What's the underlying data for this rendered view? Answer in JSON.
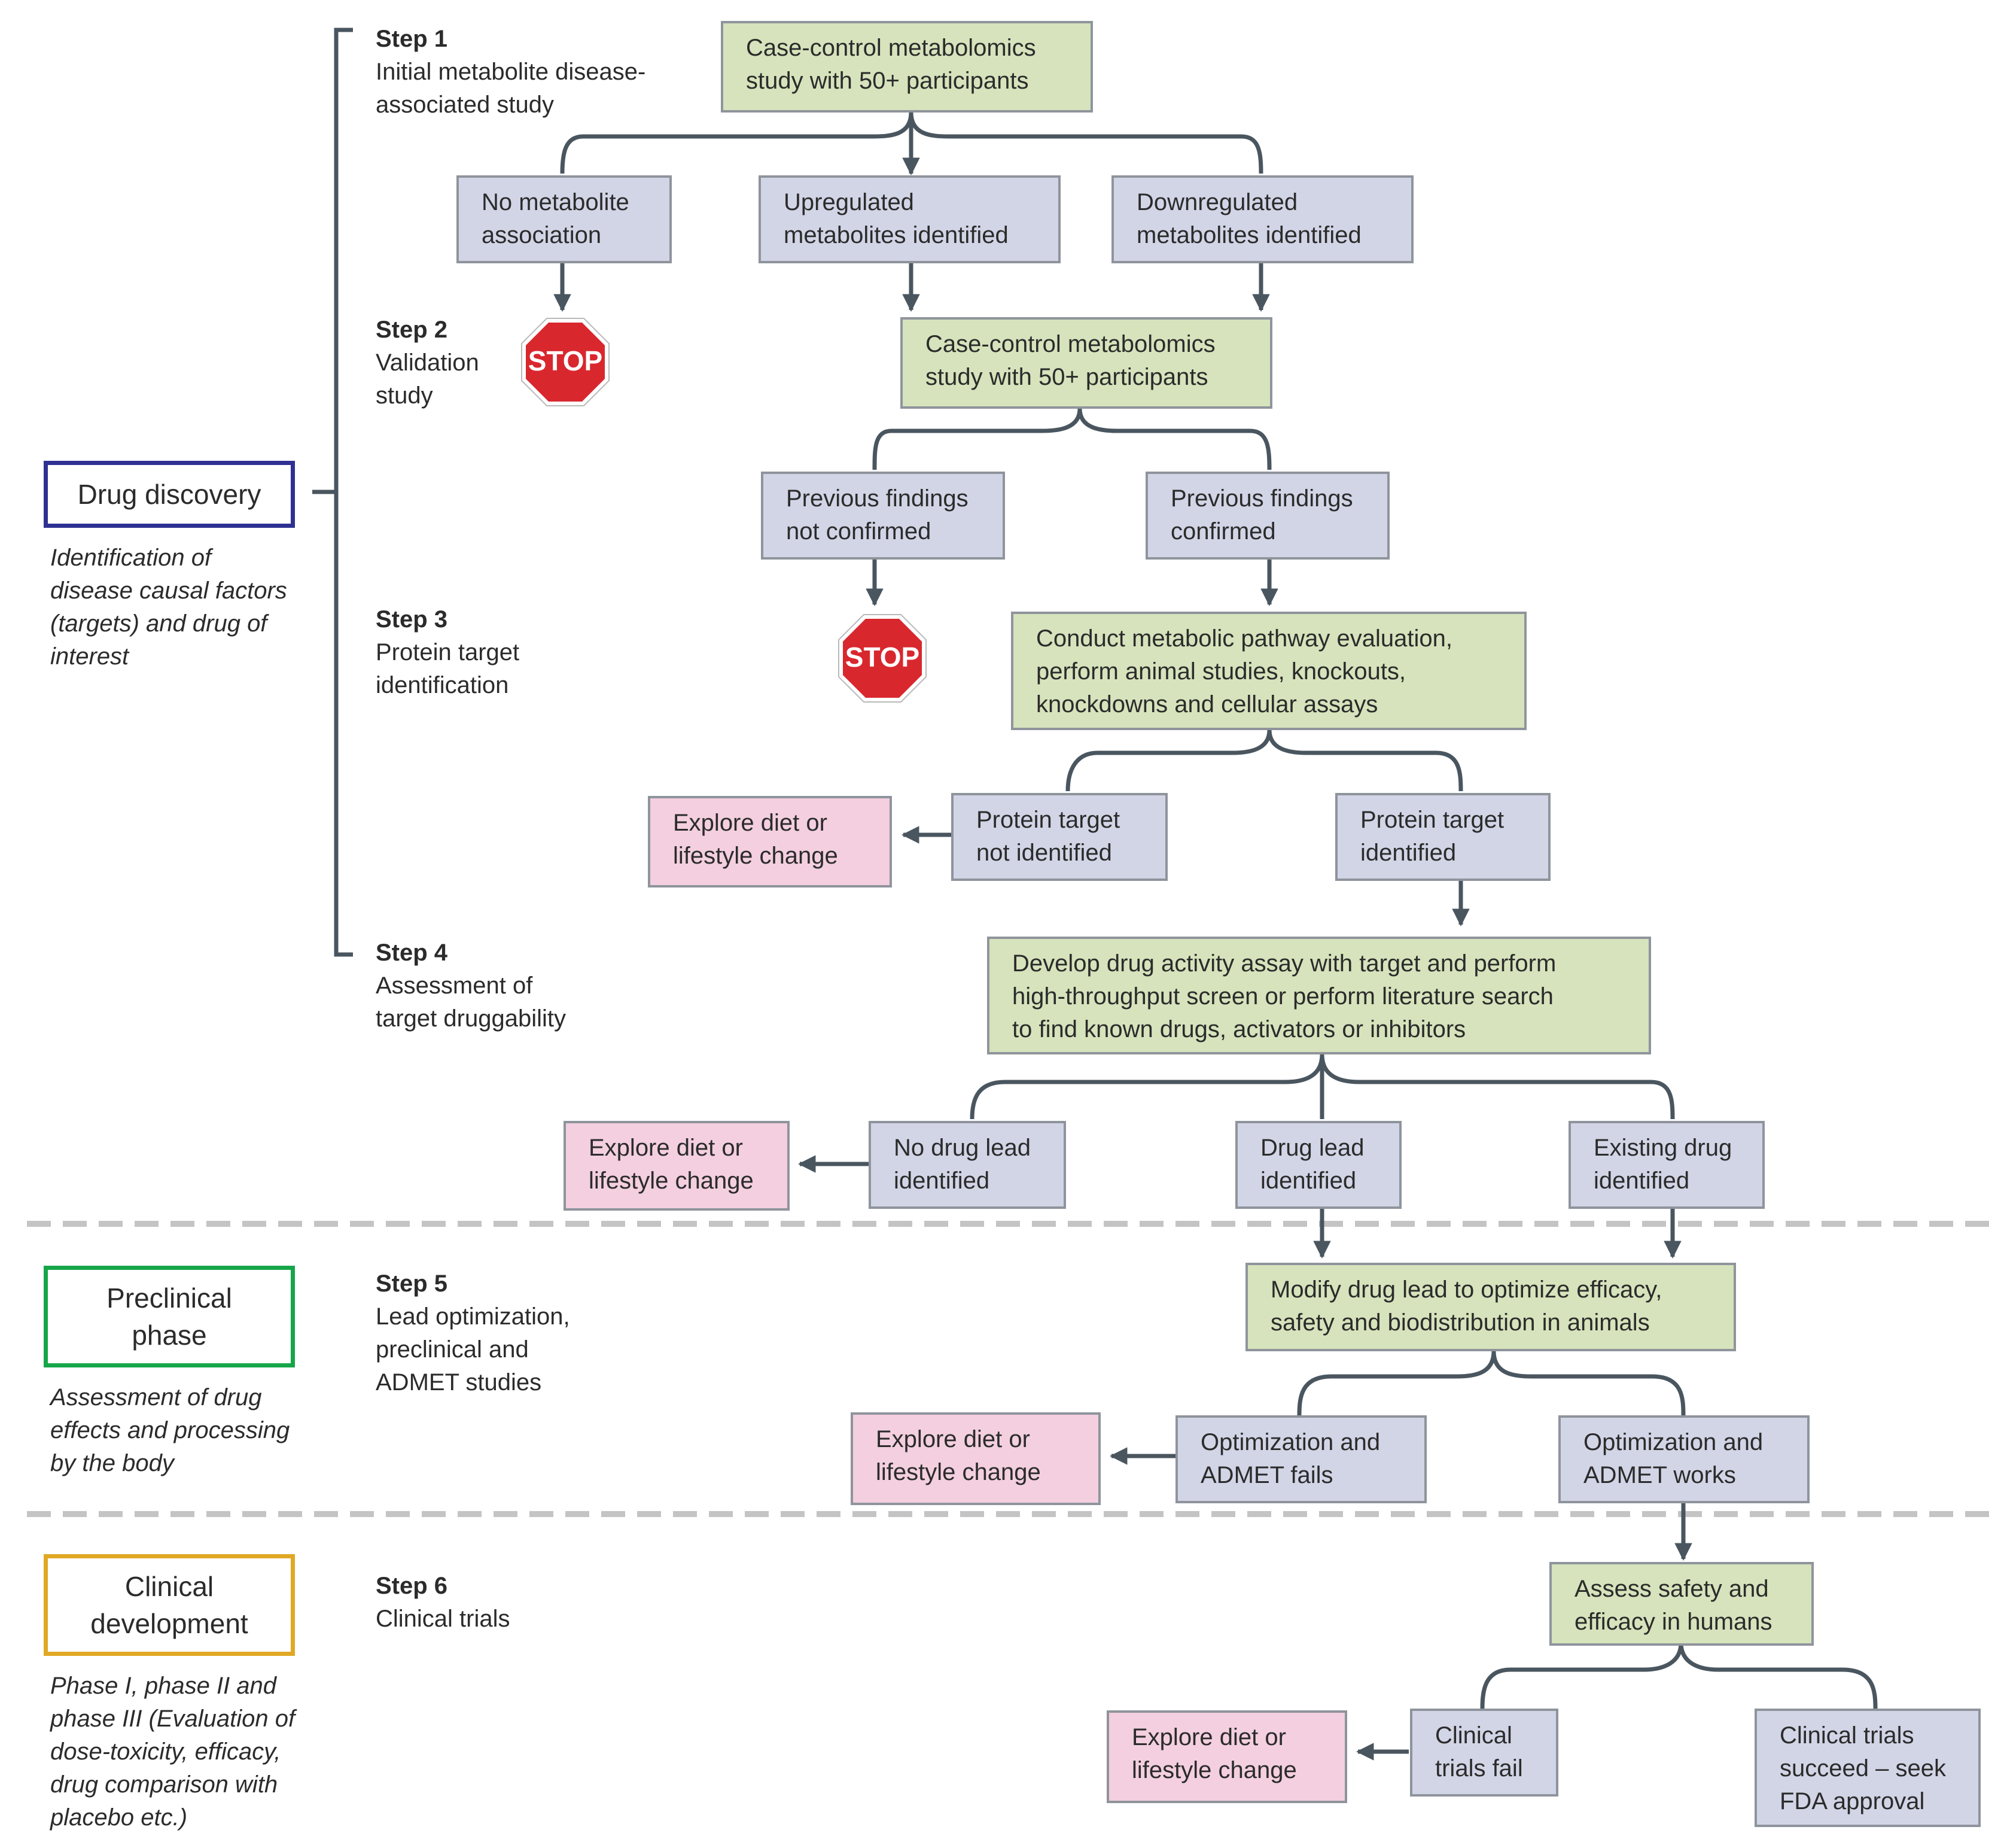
{
  "phases": {
    "discovery": {
      "title": "Drug discovery",
      "desc": "Identification of\ndisease causal factors\n(targets) and drug of\ninterest",
      "color": "#2e3192"
    },
    "preclinical": {
      "title": "Preclinical\nphase",
      "desc": "Assessment of drug\neffects and processing\nby the body",
      "color": "#16a64a"
    },
    "clinical": {
      "title": "Clinical\ndevelopment",
      "desc": "Phase I, phase II and\nphase III (Evaluation of\ndose-toxicity, efficacy,\ndrug comparison with\nplacebo etc.)",
      "color": "#e0a824"
    }
  },
  "steps": [
    {
      "num": "Step 1",
      "text": "Initial metabolite disease-\nassociated study"
    },
    {
      "num": "Step 2",
      "text": "Validation\nstudy"
    },
    {
      "num": "Step 3",
      "text": "Protein target\nidentification"
    },
    {
      "num": "Step 4",
      "text": "Assessment of\ntarget druggability"
    },
    {
      "num": "Step 5",
      "text": "Lead optimization,\npreclinical and\nADMET studies"
    },
    {
      "num": "Step 6",
      "text": "Clinical trials"
    }
  ],
  "nodes": {
    "case_control_1": "Case-control metabolomics\nstudy with 50+ participants",
    "no_association": "No metabolite\nassociation",
    "upregulated": "Upregulated\nmetabolites identified",
    "downregulated": "Downregulated\nmetabolites identified",
    "case_control_2": "Case-control metabolomics\nstudy with 50+ participants",
    "not_confirmed": "Previous findings\nnot confirmed",
    "confirmed": "Previous findings\nconfirmed",
    "pathway_eval": "Conduct metabolic pathway evaluation,\nperform animal studies, knockouts,\nknockdowns and cellular assays",
    "target_not_identified": "Protein target\nnot identified",
    "target_identified": "Protein target\nidentified",
    "diet_1": "Explore diet or\nlifestyle change",
    "drug_assay": "Develop drug activity assay with target and perform\nhigh-throughput screen or perform literature search\nto find known drugs, activators or inhibitors",
    "no_drug_lead": "No drug lead\nidentified",
    "drug_lead": "Drug lead\nidentified",
    "existing_drug": "Existing drug\nidentified",
    "diet_2": "Explore diet or\nlifestyle change",
    "modify_lead": "Modify drug lead to optimize efficacy,\nsafety and biodistribution in animals",
    "admet_fails": "Optimization and\nADMET fails",
    "admet_works": "Optimization and\nADMET works",
    "diet_3": "Explore diet or\nlifestyle change",
    "assess_humans": "Assess safety and\nefficacy in humans",
    "trials_fail": "Clinical\ntrials fail",
    "trials_succeed": "Clinical trials\nsucceed – seek\nFDA approval",
    "diet_4": "Explore diet or\nlifestyle change"
  },
  "stop_sign": {
    "label": "STOP",
    "color": "#d9272e"
  },
  "colors": {
    "action": "#d6e3bc",
    "outcome": "#d2d5e6",
    "alternative": "#f3cfdf",
    "connector": "#4a565f",
    "separator": "#c4c4c4"
  }
}
